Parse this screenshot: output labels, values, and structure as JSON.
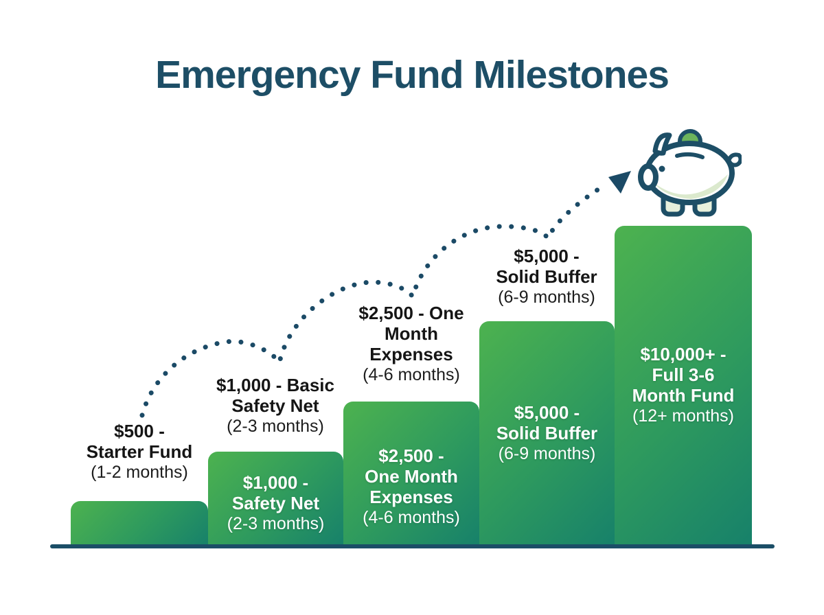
{
  "title": "Emergency Fund Milestones",
  "chart_data": {
    "type": "bar",
    "title": "Emergency Fund Milestones",
    "categories": [
      "Starter Fund",
      "Basic Safety Net",
      "One Month Expenses",
      "Solid Buffer",
      "Full 3-6 Month Fund"
    ],
    "values": [
      500,
      1000,
      2500,
      5000,
      10000
    ],
    "value_prefix": "$",
    "duration_labels": [
      "1-2 months",
      "2-3 months",
      "4-6 months",
      "6-9 months",
      "12+ months"
    ],
    "xlabel": "",
    "ylabel": "",
    "legend": "none",
    "grid": false,
    "bar_order": "ascending staircase left to right",
    "annotations": [
      "dotted arc path hops over each step and ends in an arrow pointing at a piggy bank icon"
    ]
  },
  "milestones": [
    {
      "above": [
        "$500 -",
        "Starter Fund"
      ],
      "above_months": "(1-2 months)"
    },
    {
      "above": [
        "$1,000 - Basic",
        "Safety Net"
      ],
      "above_months": "(2-3 months)",
      "inside": [
        "$1,000 -",
        "Safety Net"
      ],
      "inside_months": "(2-3 months)"
    },
    {
      "above": [
        "$2,500 - One",
        "Month",
        "Expenses"
      ],
      "above_months": "(4-6 months)",
      "inside": [
        "$2,500 -",
        "One Month",
        "Expenses"
      ],
      "inside_months": "(4-6 months)"
    },
    {
      "above": [
        "$5,000 -",
        "Solid Buffer"
      ],
      "above_months": "(6-9 months)",
      "inside": [
        "$5,000 -",
        "Solid Buffer"
      ],
      "inside_months": "(6-9 months)"
    },
    {
      "inside": [
        "$10,000+ -",
        "Full 3-6",
        "Month Fund"
      ],
      "inside_months": "(12+ months)"
    }
  ],
  "icons": {
    "piggy_bank": "piggy-bank-icon",
    "arrow": "arrow-head-icon",
    "coin": "coin-icon"
  },
  "colors": {
    "title": "#1d4e66",
    "bar_gradient_top": "#4db24f",
    "bar_gradient_bottom": "#17816a",
    "baseline": "#1b4e67",
    "dotted_path": "#1b4a66",
    "dark_label_text": "#151515",
    "inside_label_text": "#ffffff",
    "piggy_outline": "#1d4e66",
    "coin_fill": "#6cb45c",
    "piggy_belly": "#dbe9cd"
  }
}
